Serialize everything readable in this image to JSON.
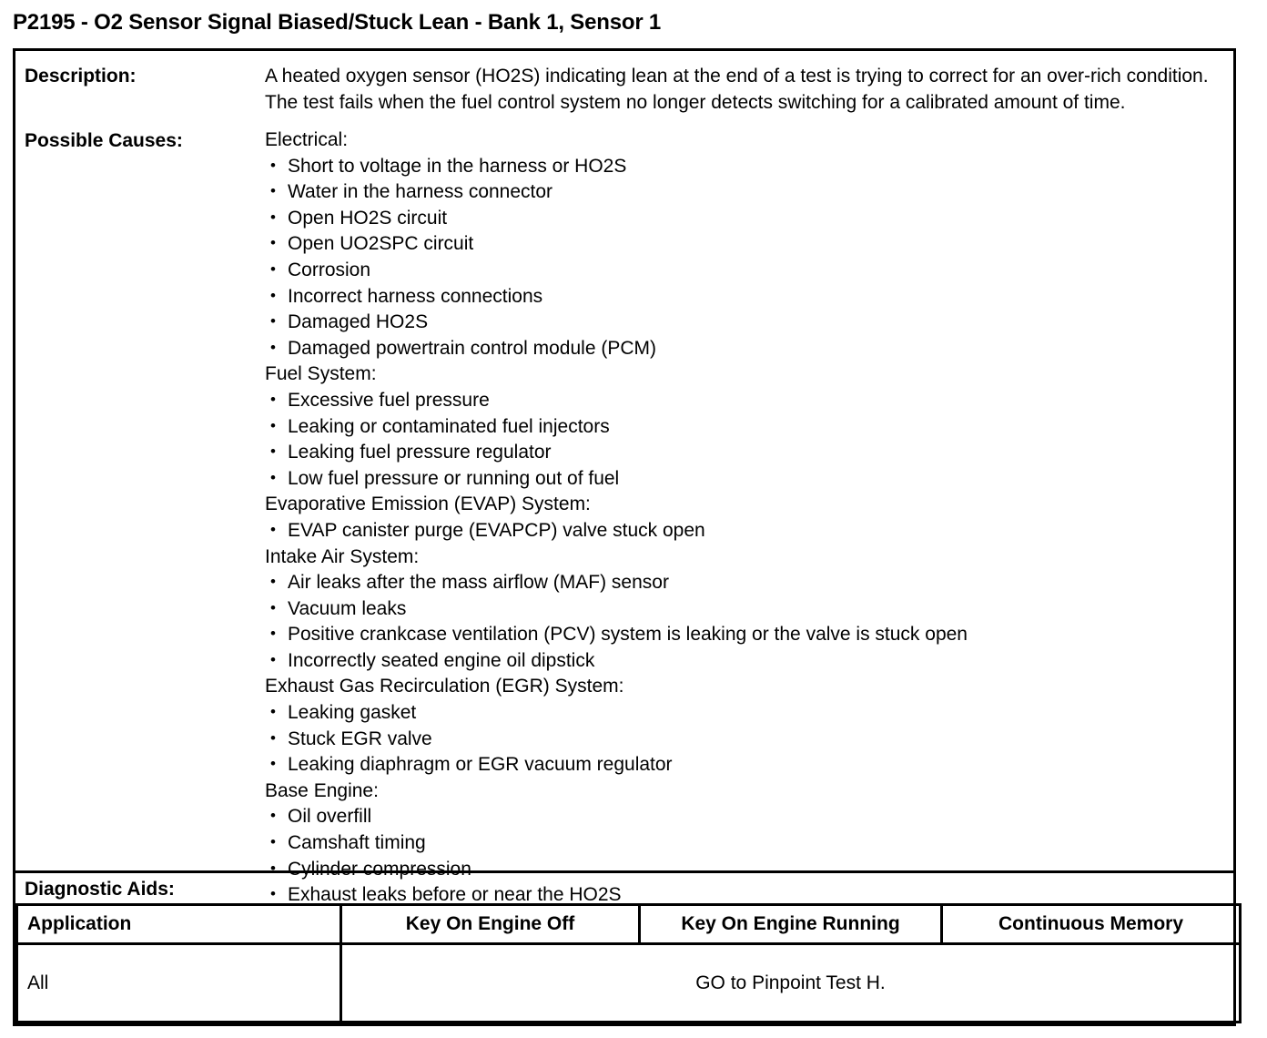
{
  "document": {
    "title": "P2195 - O2 Sensor Signal Biased/Stuck Lean - Bank 1, Sensor 1"
  },
  "description": {
    "label": "Description:",
    "text": "A heated oxygen sensor (HO2S)  indicating lean at the end of a test is trying to correct for an over-rich condition. The test fails when the fuel control system no longer detects switching for a calibrated amount of time."
  },
  "possible_causes": {
    "label": "Possible Causes:",
    "groups": [
      {
        "title": "Electrical:",
        "items": [
          "Short to voltage in the harness or HO2S",
          "Water in the harness connector",
          "Open HO2S circuit",
          "Open UO2SPC circuit",
          "Corrosion",
          "Incorrect harness connections",
          "Damaged HO2S",
          "Damaged powertrain control module (PCM)"
        ]
      },
      {
        "title": "Fuel System:",
        "items": [
          "Excessive fuel pressure",
          "Leaking or contaminated fuel injectors",
          "Leaking fuel pressure regulator",
          "Low fuel pressure or running out of fuel"
        ]
      },
      {
        "title": "Evaporative Emission (EVAP) System:",
        "items": [
          "EVAP canister purge (EVAPCP) valve stuck open"
        ]
      },
      {
        "title": "Intake Air System:",
        "items": [
          "Air leaks after the mass airflow (MAF) sensor",
          "Vacuum leaks",
          "Positive crankcase ventilation (PCV) system is leaking or the valve is stuck open",
          "Incorrectly seated engine oil dipstick"
        ]
      },
      {
        "title": "Exhaust Gas Recirculation (EGR) System:",
        "items": [
          "Leaking gasket",
          "Stuck EGR valve",
          "Leaking diaphragm or EGR vacuum regulator"
        ]
      },
      {
        "title": "Base Engine:",
        "items": [
          "Oil overfill",
          "Camshaft timing",
          "Cylinder compression",
          "Exhaust leaks before or near the HO2S"
        ]
      }
    ]
  },
  "diagnostic_aids": {
    "label": "Diagnostic Aids:",
    "text": ""
  },
  "result_table": {
    "headers": [
      "Application",
      "Key On Engine Off",
      "Key On Engine Running",
      "Continuous Memory"
    ],
    "rows": [
      {
        "application": "All",
        "merged_result": "GO to Pinpoint Test H."
      }
    ]
  }
}
